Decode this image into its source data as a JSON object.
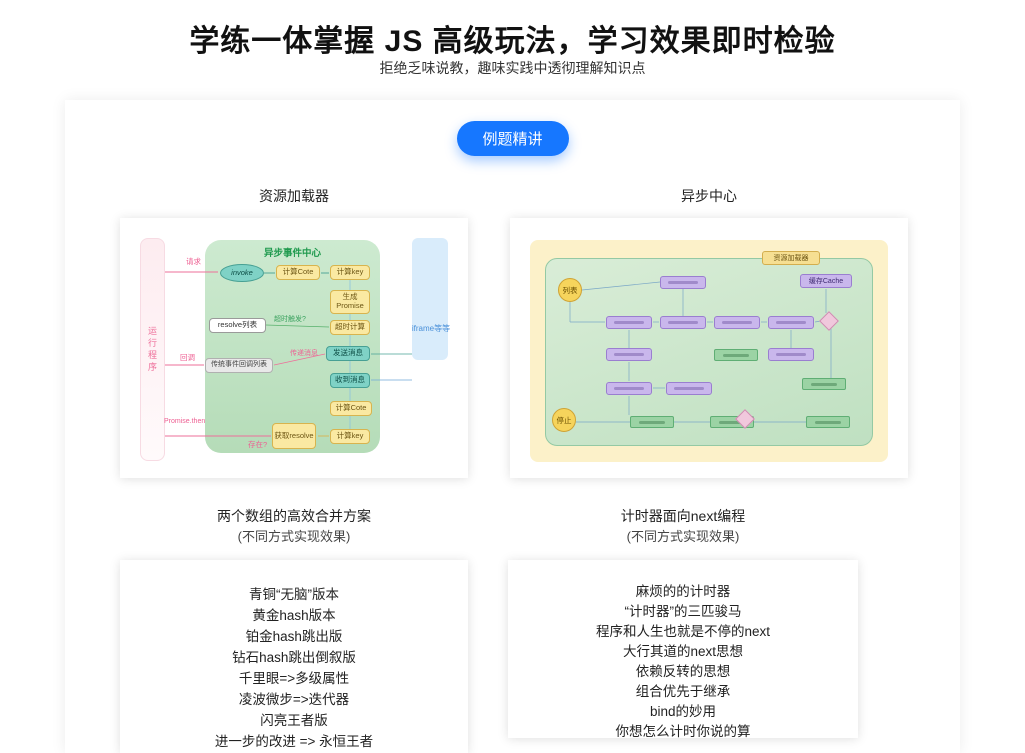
{
  "page": {
    "title": "学练一体掌握 JS 高级玩法，学习效果即时检验",
    "subtitle": "拒绝乏味说教，趣味实践中透彻理解知识点",
    "badge": "例题精讲"
  },
  "examples": {
    "left": {
      "label": "资源加载器",
      "diagram": {
        "center_title": "异步事件中心",
        "lane_left": "运行程序",
        "lane_right": "iframe等等",
        "nodes": {
          "invoke": "invoke",
          "calc_cote_1": "计算Cote",
          "calc_key_1": "计算key",
          "gen_promise": "生成Promise",
          "timeout_calc": "超时计算",
          "send_msg": "发送消息",
          "recv_msg": "收到消息",
          "calc_cote_2": "计算Cote",
          "calc_key_2": "计算key",
          "resolve_list": "resolve列表",
          "event_list": "传统事件回调列表",
          "get_resolve": "获取resolve"
        },
        "labels": {
          "request": "请求",
          "callback": "回调",
          "promise_then": "Promise.then",
          "exists": "存在?",
          "timeout_trigger": "超时触发?",
          "pass_msg": "传递消息"
        }
      }
    },
    "right": {
      "label": "异步中心",
      "diagram": {
        "top_box": "资源加载器",
        "start": "列表",
        "end": "停止",
        "cache": "缓存Cache"
      }
    }
  },
  "sections": [
    {
      "title": "两个数组的高效合并方案",
      "subtitle": "(不同方式实现效果)",
      "items": [
        "青铜“无脑”版本",
        "黄金hash版本",
        "铂金hash跳出版",
        "钻石hash跳出倒叙版",
        "千里眼=>多级属性",
        "凌波微步=>迭代器",
        "闪亮王者版",
        "进一步的改进 => 永恒王者"
      ]
    },
    {
      "title": "计时器面向next编程",
      "subtitle": "(不同方式实现效果)",
      "items": [
        "麻烦的的计时器",
        "“计时器”的三匹骏马",
        "程序和人生也就是不停的next",
        "大行其道的next思想",
        "依赖反转的思想",
        "组合优先于继承",
        "bind的妙用",
        "你想怎么计时你说的算"
      ]
    }
  ],
  "colors": {
    "accent": "#1677ff"
  }
}
